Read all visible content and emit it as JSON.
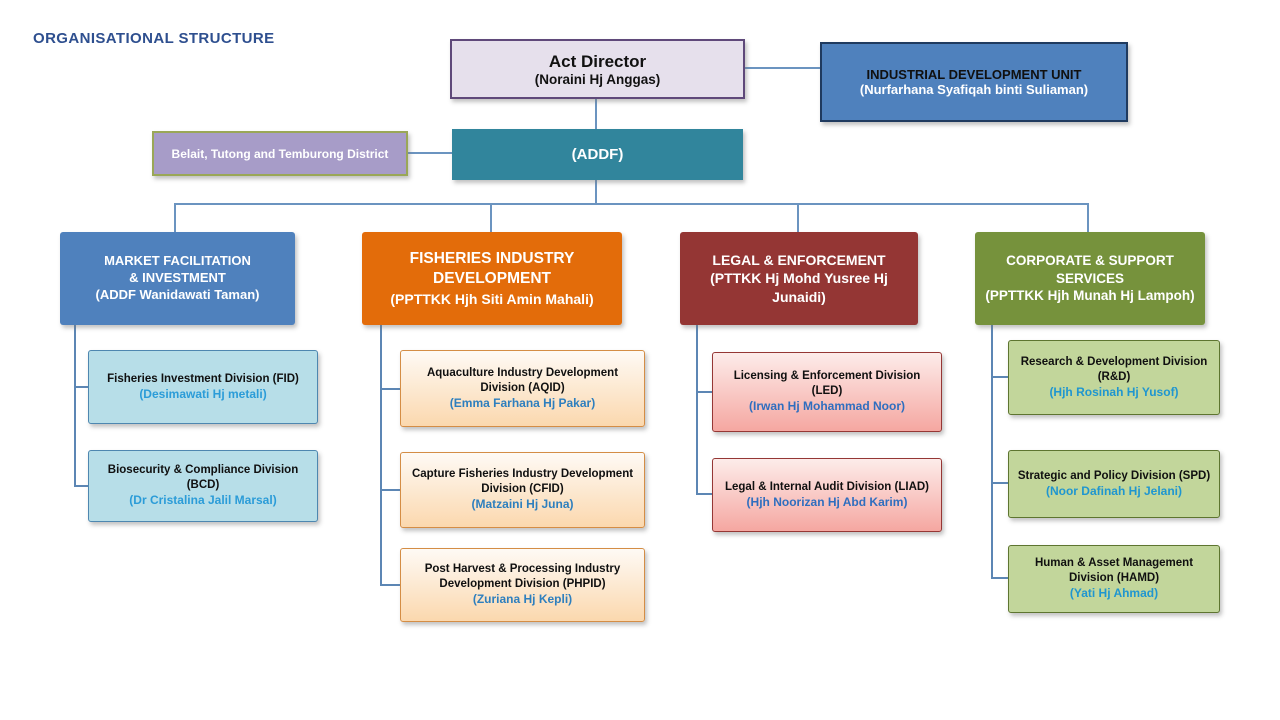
{
  "page_title": "ORGANISATIONAL STRUCTURE",
  "nodes": {
    "director": {
      "title": "Act Director",
      "name": "(Noraini Hj Anggas)"
    },
    "industrial_unit": {
      "title": "INDUSTRIAL DEVELOPMENT UNIT",
      "name": "(Nurfarhana Syafiqah binti Suliaman)"
    },
    "district": {
      "label": "Belait, Tutong and Temburong District"
    },
    "addf": {
      "label": "(ADDF)"
    }
  },
  "columns": [
    {
      "title_line1": "MARKET FACILITATION",
      "title_line2": "& INVESTMENT",
      "name": "(ADDF Wanidawati Taman)",
      "children": [
        {
          "division": "Fisheries Investment Division (FID)",
          "name": "(Desimawati Hj metali)"
        },
        {
          "division": "Biosecurity & Compliance Division (BCD)",
          "name": "(Dr Cristalina Jalil Marsal)"
        }
      ]
    },
    {
      "title_line1": "FISHERIES INDUSTRY",
      "title_line2": "DEVELOPMENT",
      "name": "(PPTTKK Hjh Siti Amin Mahali)",
      "children": [
        {
          "division": "Aquaculture Industry Development Division (AQID)",
          "name": "(Emma Farhana Hj Pakar)"
        },
        {
          "division": "Capture Fisheries Industry Development Division (CFID)",
          "name": "(Matzaini Hj Juna)"
        },
        {
          "division": "Post Harvest & Processing Industry Development Division (PHPID)",
          "name": "(Zuriana Hj Kepli)"
        }
      ]
    },
    {
      "title_line1": "LEGAL & ENFORCEMENT",
      "title_line2": "",
      "name": "(PTTKK Hj Mohd Yusree Hj Junaidi)",
      "children": [
        {
          "division": "Licensing & Enforcement Division (LED)",
          "name": "(Irwan Hj Mohammad Noor)"
        },
        {
          "division": "Legal & Internal Audit Division (LIAD)",
          "name": "(Hjh Noorizan Hj Abd Karim)"
        }
      ]
    },
    {
      "title_line1": "CORPORATE & SUPPORT",
      "title_line2": "SERVICES",
      "name": "(PPTTKK Hjh Munah Hj Lampoh)",
      "children": [
        {
          "division": "Research & Development Division (R&D)",
          "name": "(Hjh Rosinah Hj Yusof)"
        },
        {
          "division": "Strategic and Policy Division (SPD)",
          "name": "(Noor Dafinah Hj Jelani)"
        },
        {
          "division": "Human & Asset Management Division (HAMD)",
          "name": "(Yati Hj Ahmad)"
        }
      ]
    }
  ],
  "colors": {
    "page_title": "#2E4F8F",
    "director_fill": "#E6E0EC",
    "director_border": "#5F497A",
    "industrial_unit_fill": "#4F81BD",
    "industrial_unit_border": "#1F3A5F",
    "district_fill": "#A79CC8",
    "district_border": "#9AA757",
    "addf_fill": "#31859C",
    "col1_header": "#4F81BD",
    "col1_child_fill": "#B7DEE8",
    "col1_name_text": "#2B9CD8",
    "col2_header": "#E36C0A",
    "col2_child_fill": "#FBD8AE",
    "col2_name_text": "#2E7FBE",
    "col3_header": "#943634",
    "col3_child_fill": "#F5A7A1",
    "col3_name_text": "#2F6EBF",
    "col4_header": "#76923C",
    "col4_child_fill": "#C2D69B",
    "col4_name_text": "#1F96D0",
    "connector": "#6B94C0"
  }
}
